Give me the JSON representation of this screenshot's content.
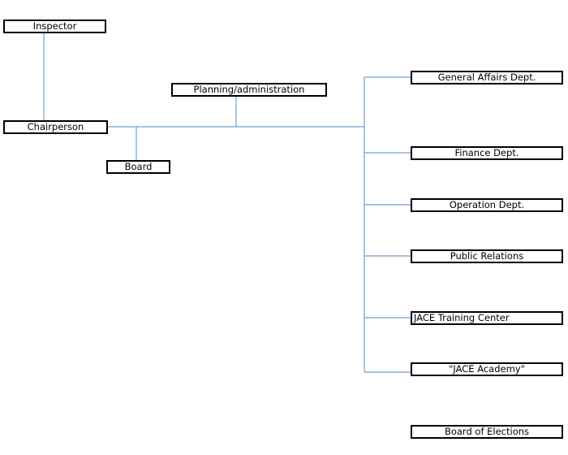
{
  "colors": {
    "line": "#6f9fce",
    "box_border": "#000000",
    "text": "#000000"
  },
  "nodes": {
    "inspector": "Inspector",
    "chairperson": "Chairperson",
    "board": "Board",
    "planning": "Planning/administration",
    "general_affairs": "General Affairs Dept.",
    "finance": "Finance Dept.",
    "operation": "Operation Dept.",
    "public_relations": "Public Relations",
    "training_center": "JACE Training Center",
    "academy": "\"JACE Academy\"",
    "elections": "Board of Elections"
  }
}
